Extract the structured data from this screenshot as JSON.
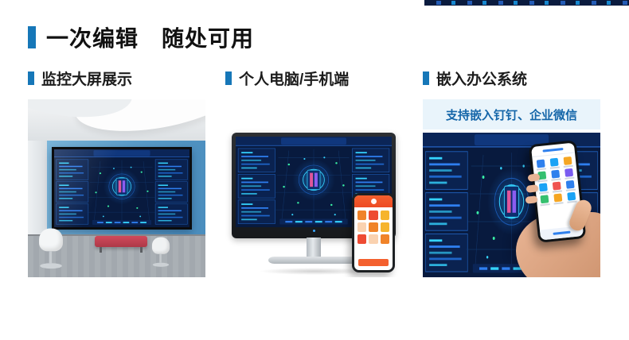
{
  "page": {
    "title": "一次编辑　随处可用"
  },
  "sections": [
    {
      "label": "监控大屏展示"
    },
    {
      "label": "个人电脑/手机端"
    },
    {
      "label": "嵌入办公系统",
      "banner": "支持嵌入钉钉、企业微信"
    }
  ],
  "colors": {
    "accent_blue": "#1677b8",
    "heading_text": "#1c1c1c",
    "banner_bg": "#e9f4fb",
    "banner_text": "#1566a9",
    "dashboard_bg": "#081a3e",
    "dashboard_cyan": "#35d4ff",
    "dashboard_blue": "#2f7ff0"
  },
  "icons": {
    "title_accent": "vertical-bar",
    "section_bullet": "vertical-bar"
  },
  "phone2": {
    "tile_colors": [
      "#f08329",
      "#ee4b33",
      "#f6b42c",
      "#fad2b0",
      "#f08329",
      "#f6b42c",
      "#ee4b33",
      "#fad2b0",
      "#f08329"
    ]
  },
  "phone3": {
    "icon_colors": [
      "#2f80ed",
      "#1aa3f5",
      "#f5a623",
      "#35c06f",
      "#2f80ed",
      "#7a5cf0",
      "#1aa3f5",
      "#ef5350",
      "#2f80ed",
      "#35c06f",
      "#f5a623",
      "#1aa3f5"
    ]
  }
}
